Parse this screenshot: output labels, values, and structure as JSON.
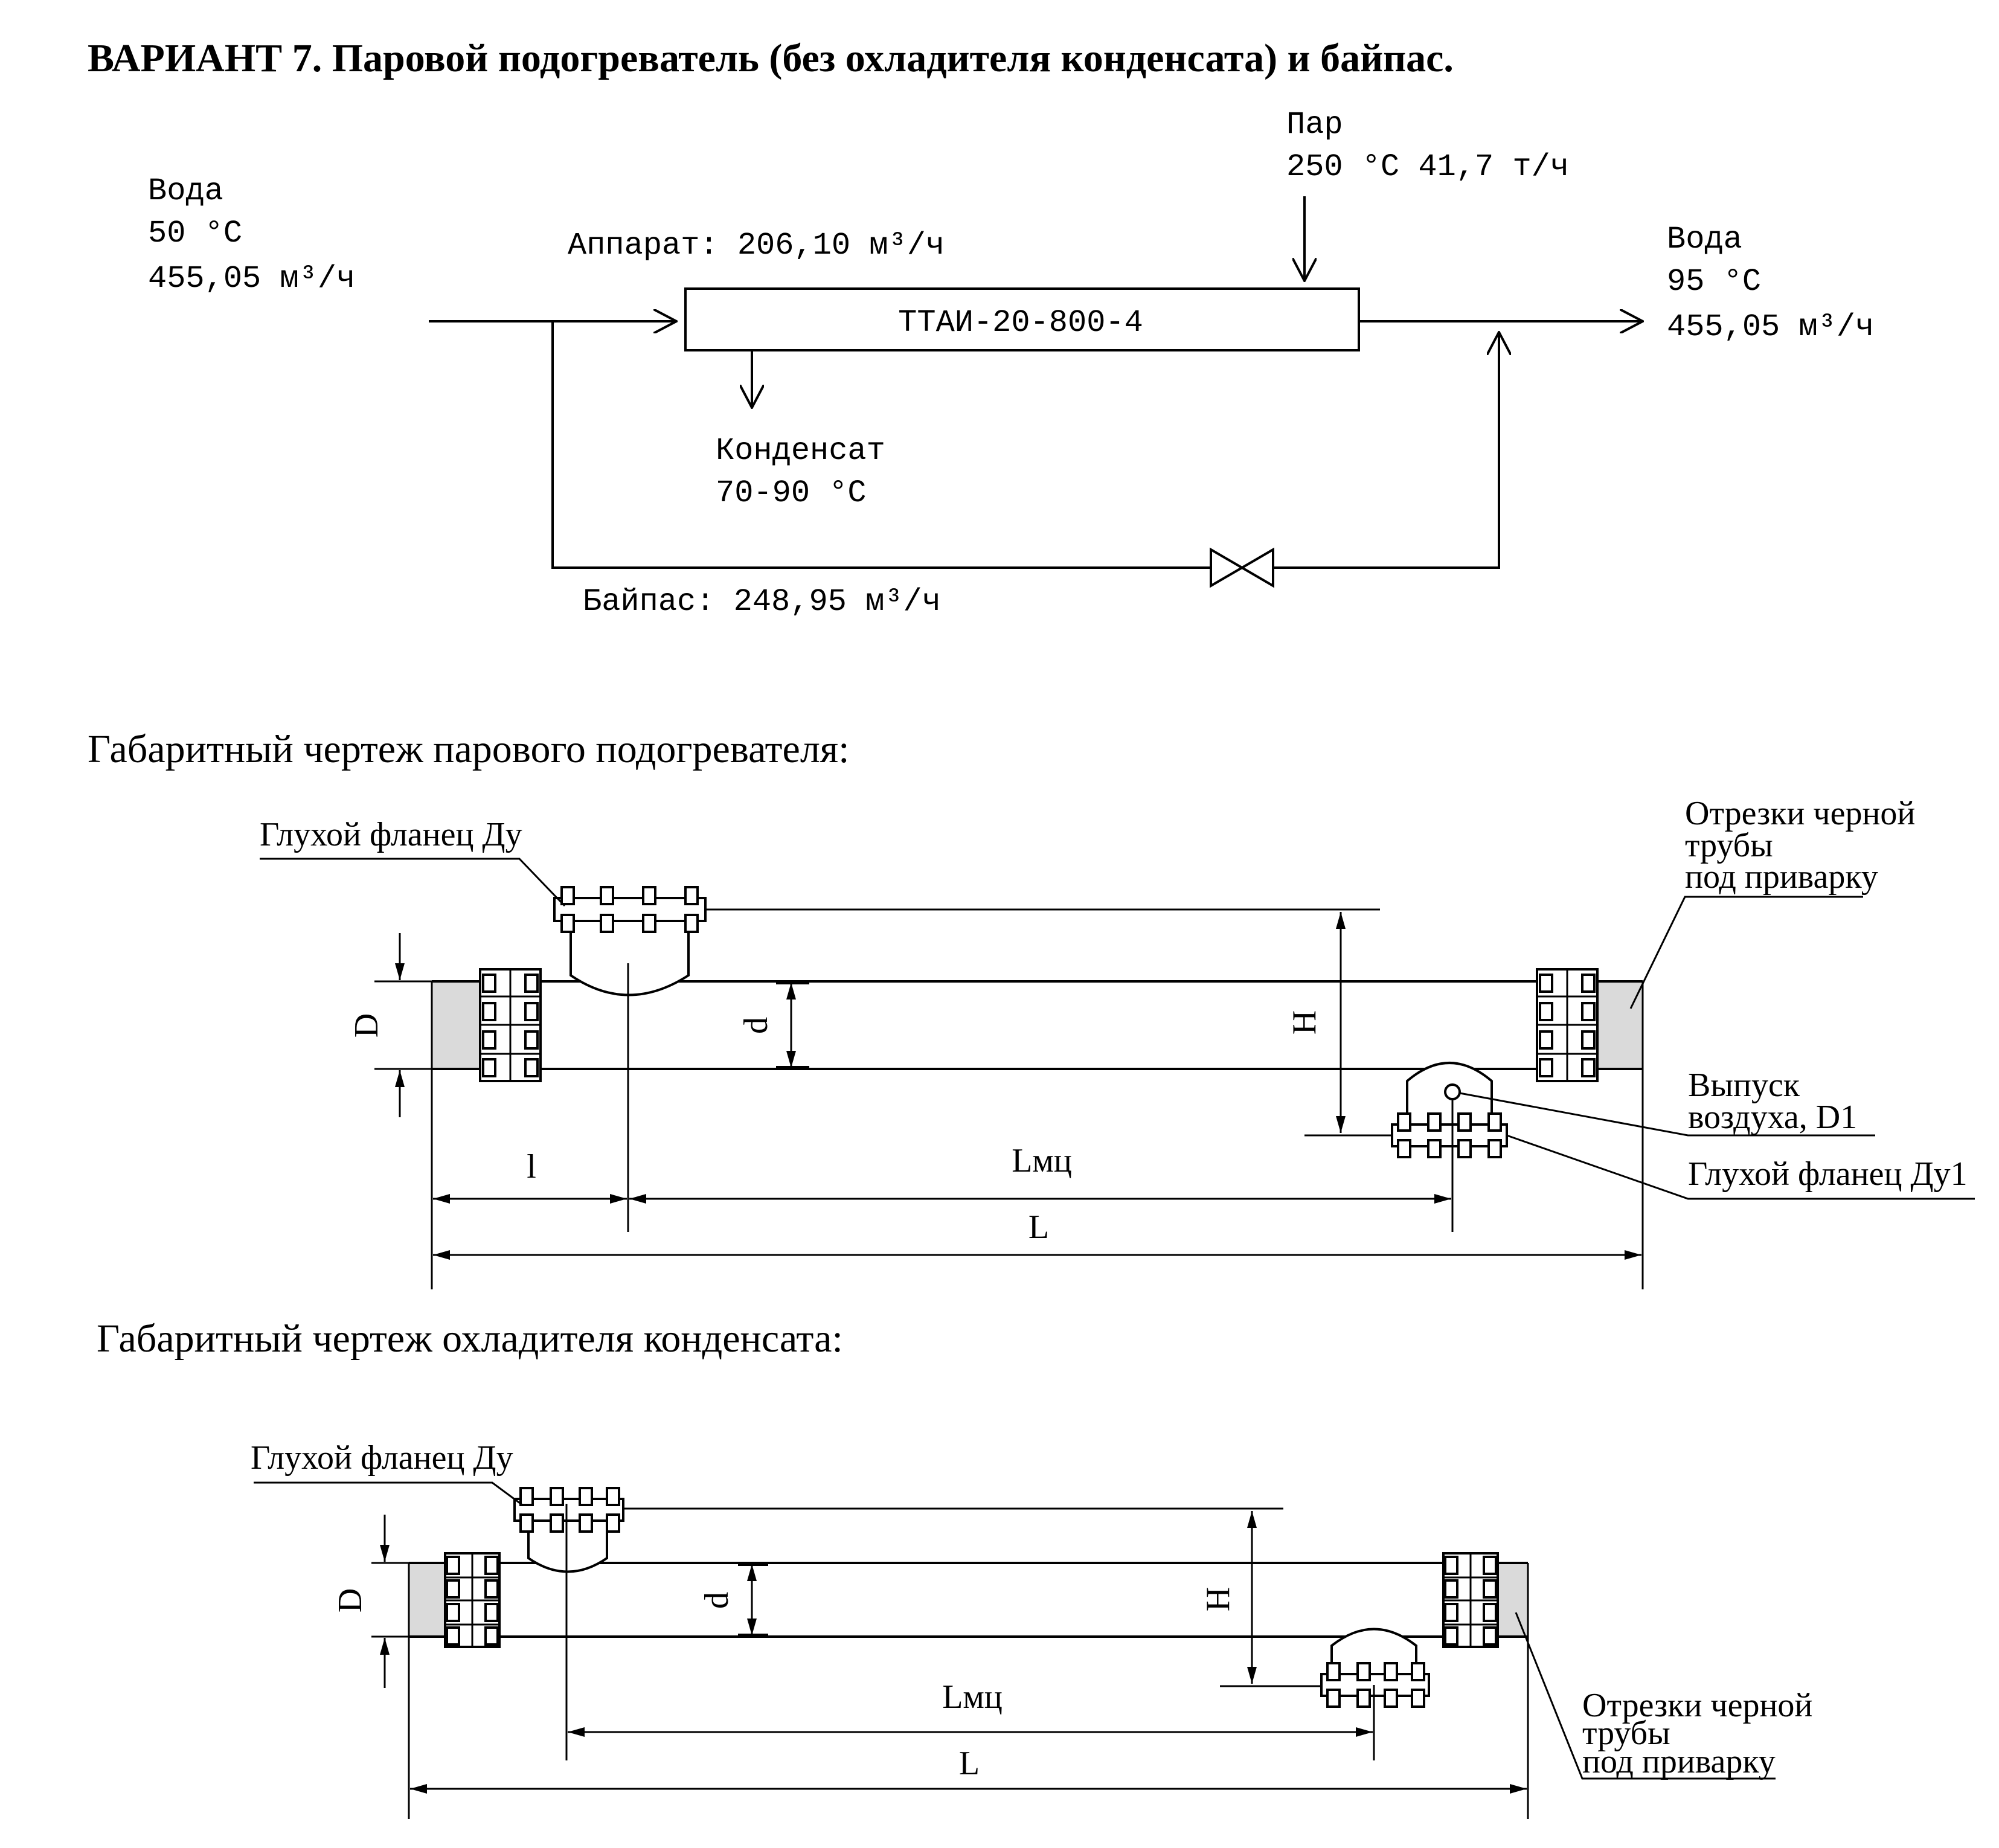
{
  "title": "ВАРИАНТ 7. Паровой подогреватель (без охладителя конденсата) и байпас.",
  "flow_scheme": {
    "water_in": {
      "label": "Вода",
      "temp": "50 °С",
      "flow": "455,05 м³/ч"
    },
    "apparatus_flow": "Аппарат: 206,10 м³/ч",
    "exchanger_model": "ТТАИ-20-800-4",
    "steam": {
      "label": "Пар",
      "params": "250 °С 41,7 т/ч"
    },
    "water_out": {
      "label": "Вода",
      "temp": "95 °С",
      "flow": "455,05 м³/ч"
    },
    "condensate": {
      "label": "Конденсат",
      "temp": "70-90 °С"
    },
    "bypass_flow": "Байпас: 248,95 м³/ч"
  },
  "heater_drawing": {
    "heading": "Габаритный чертеж парового подогревателя:",
    "blind_flange": "Глухой фланец Ду",
    "pipe_segments": [
      "Отрезки черной",
      "трубы",
      "под приварку"
    ],
    "air_vent": [
      "Выпуск",
      "воздуха, D1"
    ],
    "blind_flange_1": "Глухой фланец Ду1",
    "dim_D": "D",
    "dim_d": "d",
    "dim_H": "H",
    "dim_l": "l",
    "dim_Lmc": "Lмц",
    "dim_L": "L"
  },
  "cooler_drawing": {
    "heading": "Габаритный чертеж охладителя конденсата:",
    "blind_flange": "Глухой фланец Ду",
    "pipe_segments": [
      "Отрезки черной",
      "трубы",
      "под приварку"
    ],
    "dim_D": "D",
    "dim_d": "d",
    "dim_H": "H",
    "dim_Lmc": "Lмц",
    "dim_L": "L"
  }
}
